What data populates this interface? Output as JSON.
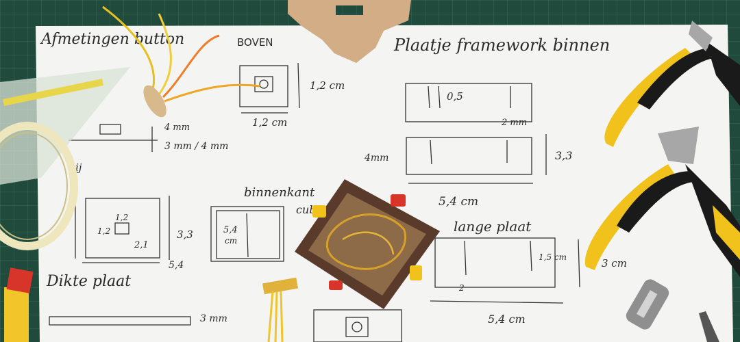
{
  "scene": {
    "description_words": "handwritten plan on paper with tools",
    "colors": {
      "mat": "#1f4a3c",
      "paper": "#f4f4f2",
      "ink": "#2a2a2a",
      "wood": "#d2ad86",
      "box": "#5a3a2a",
      "plier_yellow": "#f1c21b",
      "plier_black": "#1a1a1a",
      "tube_red": "#d8352a"
    }
  },
  "notes": {
    "title_left": "Afmetingen button",
    "boven": "BOVEN",
    "title_right": "Plaatje framework binnen",
    "dim_12cm_v": "1,2 cm",
    "dim_12cm_h": "1,2 cm",
    "dim_4mm": "4 mm",
    "dim_3mm_4mm": "3 mm / 4 mm",
    "dim_05": "0,5",
    "dim_2mm": "2 mm",
    "dim_4mm_b": "4mm",
    "dim_33_right": "3,3",
    "dim_54_right": "5,4 cm",
    "binnenkant": "binnenkant",
    "cube": "cube",
    "dim_12": "1,2",
    "dim_12_left": "1,2",
    "dim_21": "2,1",
    "dim_33_left": "3,3",
    "dim_54_left": "5,4",
    "dim_54_box": "5,4",
    "cm": "cm",
    "lange_plaat": "lange plaat",
    "dim_15cm": "1,5 cm",
    "dim_3cm": "3 cm",
    "dim_2": "2",
    "dim_54_bottom": "5,4 cm",
    "dikte_plaat": "Dikte plaat",
    "dim_3mm": "3 mm",
    "ij": "ij"
  }
}
